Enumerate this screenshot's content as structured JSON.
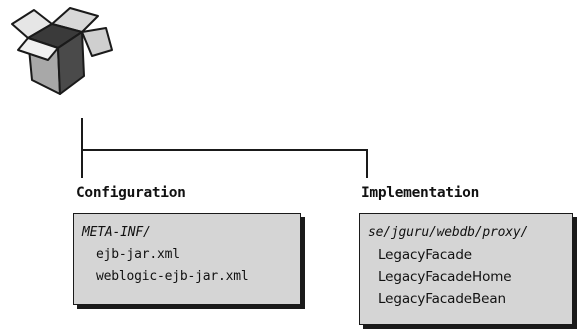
{
  "colors": {
    "panel_fill": "#d5d5d5",
    "outline": "#1a1a1a",
    "box_light": "#e6e6e6",
    "box_mid": "#a8a8a8",
    "box_dark": "#3a3a3a"
  },
  "package_icon": "open-box-icon",
  "configuration": {
    "heading": "Configuration",
    "folder": "META-INF/",
    "files": [
      "ejb-jar.xml",
      "weblogic-ejb-jar.xml"
    ]
  },
  "implementation": {
    "heading": "Implementation",
    "folder": "se/jguru/webdb/proxy/",
    "files": [
      "LegacyFacade",
      "LegacyFacadeHome",
      "LegacyFacadeBean"
    ]
  }
}
